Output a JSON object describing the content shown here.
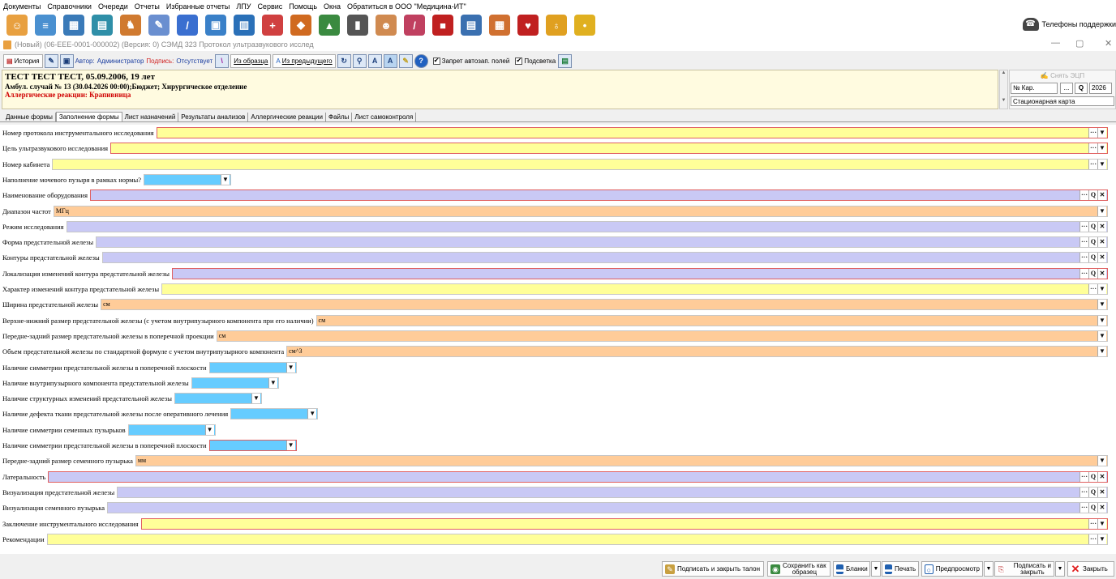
{
  "menu": [
    "Документы",
    "Справочники",
    "Очереди",
    "Отчеты",
    "Избранные отчеты",
    "ЛПУ",
    "Сервис",
    "Помощь",
    "Окна",
    "Обратиться в ООО \"Медицина-ИТ\""
  ],
  "toolbar_icons": [
    {
      "name": "person-icon",
      "color": "#e8a040",
      "glyph": "☺"
    },
    {
      "name": "notepad-icon",
      "color": "#4a90d0",
      "glyph": "≡"
    },
    {
      "name": "ledger-icon",
      "color": "#3a7ab8",
      "glyph": "▦"
    },
    {
      "name": "id-card-icon",
      "color": "#2f8fa8",
      "glyph": "▤"
    },
    {
      "name": "people-icon",
      "color": "#d07a30",
      "glyph": "♞"
    },
    {
      "name": "edit-form-icon",
      "color": "#6a8fd0",
      "glyph": "✎"
    },
    {
      "name": "pencil-icon",
      "color": "#3a6fd0",
      "glyph": "/"
    },
    {
      "name": "calendar-icon",
      "color": "#3a80c8",
      "glyph": "▣"
    },
    {
      "name": "building-icon",
      "color": "#2a70b8",
      "glyph": "▥"
    },
    {
      "name": "medical-plus-icon",
      "color": "#d04040",
      "glyph": "+"
    },
    {
      "name": "chemistry-icon",
      "color": "#d06a20",
      "glyph": "◆"
    },
    {
      "name": "patients-group-icon",
      "color": "#3a8a40",
      "glyph": "▲"
    },
    {
      "name": "barcode-icon",
      "color": "#555555",
      "glyph": "▮"
    },
    {
      "name": "doctor-icon",
      "color": "#d08a50",
      "glyph": "☻"
    },
    {
      "name": "pen-icon",
      "color": "#c04060",
      "glyph": "/"
    },
    {
      "name": "book-icon",
      "color": "#c02020",
      "glyph": "■"
    },
    {
      "name": "news-icon",
      "color": "#3a70b0",
      "glyph": "▤"
    },
    {
      "name": "chart-report-icon",
      "color": "#d07030",
      "glyph": "▦"
    },
    {
      "name": "cart-icon",
      "color": "#c02020",
      "glyph": "♥"
    },
    {
      "name": "lock-icon",
      "color": "#e0a020",
      "glyph": "♁"
    },
    {
      "name": "chat-icon",
      "color": "#e0b020",
      "glyph": "•"
    }
  ],
  "phones_label": "Телефоны поддержки",
  "window_title": "(Новый) (06-ЕЕЕ-0001-000002) (Версия: 0) СЭМД 323 Протокол ультразвукового исслед",
  "window_controls": {
    "minimize": "—",
    "restore": "▢",
    "close": "✕"
  },
  "actions": {
    "history": "История",
    "author_label": "Автор:",
    "author_value": "Администратор",
    "signature_label": "Подпись:",
    "signature_value": "Отсутствует",
    "from_template": "Из образца",
    "from_previous": "Из предыдущего",
    "autofill_ban": "Запрет автозап. полей",
    "highlight": "Подсветка",
    "check": "✔"
  },
  "patient": {
    "name": "ТЕСТ ТЕСТ ТЕСТ, 05.09.2006, 19 лет",
    "case": "Амбул. случай  № 13 (30.04.2026 00:00);Бюджет; Хирургическое отделение",
    "allergy": "Аллергические реакции: Крапивница"
  },
  "card": {
    "remove_ecp": "Снять ЭЦП",
    "card_no_label": "№ Кар.",
    "ellipsis": "...",
    "search": "Q",
    "year": "2026",
    "card_type": "Стационарная карта"
  },
  "tabs": [
    "Данные формы",
    "Заполнение формы",
    "Лист назначений",
    "Результаты анализов",
    "Аллергические реакции",
    "Файлы",
    "Лист самоконтроля"
  ],
  "active_tab": 1,
  "fields": [
    {
      "label": "Номер протокола инструментального исследования",
      "value": "",
      "color": "yellow",
      "req": true,
      "btns": [
        "···",
        "▼"
      ]
    },
    {
      "label": "Цель ультразвукового исследования",
      "value": "",
      "color": "yellow",
      "req": true,
      "btns": [
        "···",
        "▼"
      ]
    },
    {
      "label": "Номер кабинета",
      "value": "",
      "color": "yellow",
      "req": false,
      "btns": [
        "···",
        "▼"
      ]
    },
    {
      "label": "Наполнение мочевого пузыря в рамках нормы?",
      "value": "",
      "color": "bluef",
      "req": false,
      "btns": [
        "▼"
      ],
      "short": true
    },
    {
      "label": "Наименование оборудования",
      "value": "",
      "color": "lav",
      "req": true,
      "btns": [
        "···",
        "Q",
        "✕"
      ]
    },
    {
      "label": "Диапазон частот",
      "value": "МГц",
      "color": "orange",
      "req": false,
      "btns": [
        "▼"
      ]
    },
    {
      "label": "Режим исследования",
      "value": "",
      "color": "lav",
      "req": false,
      "btns": [
        "···",
        "Q",
        "✕"
      ]
    },
    {
      "label": "Форма предстательной железы",
      "value": "",
      "color": "lav",
      "req": false,
      "btns": [
        "···",
        "Q",
        "✕"
      ]
    },
    {
      "label": "Контуры предстательной железы",
      "value": "",
      "color": "lav",
      "req": false,
      "btns": [
        "···",
        "Q",
        "✕"
      ]
    },
    {
      "label": "Локализация изменений контура предстательной железы",
      "value": "",
      "color": "lav",
      "req": true,
      "btns": [
        "···",
        "Q",
        "✕"
      ]
    },
    {
      "label": "Характер изменений контура предстательной железы",
      "value": "",
      "color": "yellow",
      "req": false,
      "btns": [
        "···",
        "▼"
      ]
    },
    {
      "label": "Ширина предстательной железы",
      "value": "см",
      "color": "orange",
      "req": false,
      "btns": [
        "▼"
      ]
    },
    {
      "label": "Верхне-нижний размер предстательной железы (с учетом внутрипузырного компонента при его наличии)",
      "value": "см",
      "color": "orange",
      "req": false,
      "btns": [
        "▼"
      ]
    },
    {
      "label": "Передне-задний размер предстательной железы в поперечной проекции",
      "value": "см",
      "color": "orange",
      "req": false,
      "btns": [
        "▼"
      ]
    },
    {
      "label": "Объем предстательной железы по стандартной формуле с учетом внутрипузырного компонента",
      "value": "см^3",
      "color": "orange",
      "req": false,
      "btns": [
        "▼"
      ]
    },
    {
      "label": "Наличие симметрии предстательной железы в поперечной плоскости",
      "value": "",
      "color": "bluef",
      "req": false,
      "btns": [
        "▼"
      ],
      "short": true
    },
    {
      "label": "Наличие внутрипузырного компонента предстательной железы",
      "value": "",
      "color": "bluef",
      "req": false,
      "btns": [
        "▼"
      ],
      "short": true
    },
    {
      "label": "Наличие структурных изменений предстательной железы",
      "value": "",
      "color": "bluef",
      "req": false,
      "btns": [
        "▼"
      ],
      "short": true
    },
    {
      "label": "Наличие дефекта ткани предстательной железы после оперативного лечения",
      "value": "",
      "color": "bluef",
      "req": false,
      "btns": [
        "▼"
      ],
      "short": true
    },
    {
      "label": "Наличие симметрии семенных пузырьков",
      "value": "",
      "color": "bluef",
      "req": false,
      "btns": [
        "▼"
      ],
      "short": true
    },
    {
      "label": "Наличие симметрии предстательной железы в поперечной плоскости",
      "value": "",
      "color": "bluef",
      "req": true,
      "btns": [
        "▼"
      ],
      "short": true
    },
    {
      "label": "Передне-задний размер семенного пузырька",
      "value": "мм",
      "color": "orange",
      "req": false,
      "btns": [
        "▼"
      ]
    },
    {
      "label": "Латеральность",
      "value": "",
      "color": "lav",
      "req": true,
      "btns": [
        "···",
        "Q",
        "✕"
      ]
    },
    {
      "label": "Визуализация предстательной железы",
      "value": "",
      "color": "lav",
      "req": false,
      "btns": [
        "···",
        "Q",
        "✕"
      ]
    },
    {
      "label": "Визуализация семенного пузырька",
      "value": "",
      "color": "lav",
      "req": false,
      "btns": [
        "···",
        "Q",
        "✕"
      ]
    },
    {
      "label": "Заключение инструментального исследования",
      "value": "",
      "color": "yellow",
      "req": true,
      "btns": [
        "···",
        "▼"
      ]
    },
    {
      "label": "Рекомендации",
      "value": "",
      "color": "yellow",
      "req": false,
      "btns": [
        "···",
        "▼"
      ]
    }
  ],
  "bottom": {
    "sign_close_ticket": "Подписать и закрыть талон",
    "save_as_template_1": "Сохранить как",
    "save_as_template_2": "образец",
    "blanks": "Бланки",
    "print": "Печать",
    "preview": "Предпросмотр",
    "sign_close_1": "Подписать и",
    "sign_close_2": "закрыть",
    "close": "Закрыть"
  }
}
